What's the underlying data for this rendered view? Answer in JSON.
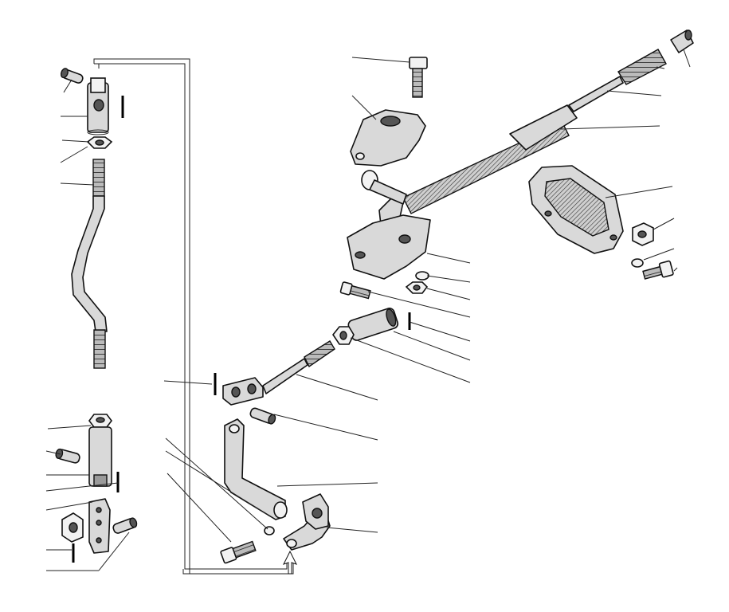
{
  "diagram": {
    "kind": "exploded-parts-drawing",
    "labels_printed": false,
    "part_groups": [
      "left-steering-rod-assembly",
      "center-lever-assembly",
      "upper-rack-assembly",
      "right-cover-plate-assembly"
    ],
    "callout_count": 34
  }
}
